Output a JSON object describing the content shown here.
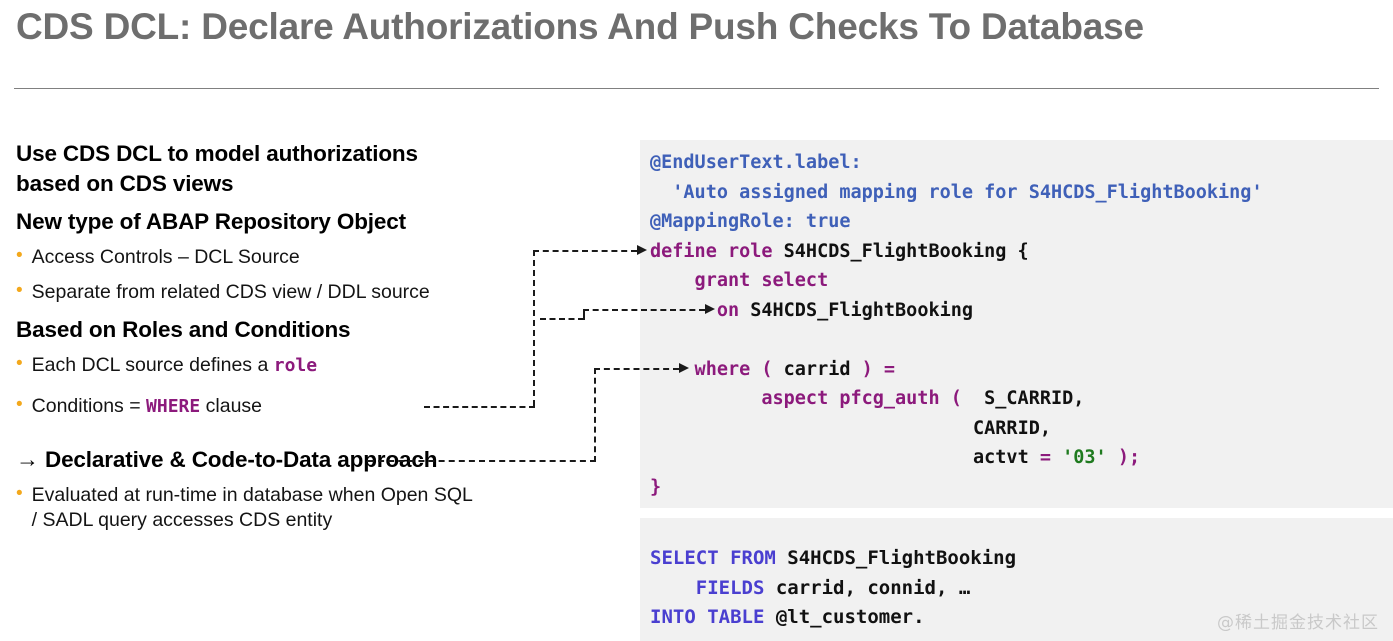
{
  "slide": {
    "title": "CDS DCL: Declare Authorizations And Push Checks To Database",
    "watermark": "@稀土掘金技术社区"
  },
  "colors": {
    "title_gray": "#6e6e6e",
    "bullet_orange": "#f3a81c",
    "keyword_purple": "#8c1a7c",
    "annotation_blue": "#3f60b8",
    "sql_keyword_blue": "#4a3fd0",
    "literal_green": "#1f7a1f",
    "code_panel_bg": "#f1f1f1",
    "connector_black": "#1a1a1a"
  },
  "left": {
    "heading_1_line_1": "Use CDS DCL to model authorizations",
    "heading_1_line_2": "based on CDS views",
    "heading_2": "New type of ABAP Repository Object",
    "bullets_1": [
      "Access Controls – DCL Source",
      "Separate from related CDS view / DDL source"
    ],
    "heading_3": "Based on Roles and Conditions",
    "bullet_role_pre": "Each DCL source defines a ",
    "bullet_role_kw": "role",
    "bullet_cond_pre": "Conditions = ",
    "bullet_cond_kw": "WHERE",
    "bullet_cond_post": " clause",
    "heading_4_arrow": "→",
    "heading_4": "Declarative & Code-to-Data approach",
    "bullet_eval_line_1": "Evaluated at run-time in database when Open SQL",
    "bullet_eval_line_2": "/ SADL query accesses CDS entity"
  },
  "code_main": {
    "lines": [
      [
        {
          "t": "@EndUserText.label:",
          "c": "c-ann"
        }
      ],
      [
        {
          "t": "  'Auto assigned mapping role for S4HCDS_FlightBooking'",
          "c": "c-str"
        }
      ],
      [
        {
          "t": "@MappingRole: true",
          "c": "c-ann"
        }
      ],
      [
        {
          "t": "define role ",
          "c": "c-kw"
        },
        {
          "t": "S4HCDS_FlightBooking {",
          "c": "c-id"
        }
      ],
      [
        {
          "t": "    grant select",
          "c": "c-kw"
        }
      ],
      [
        {
          "t": "      on ",
          "c": "c-kw"
        },
        {
          "t": "S4HCDS_FlightBooking",
          "c": "c-id"
        }
      ],
      [
        {
          "t": "",
          "c": "c-id"
        }
      ],
      [
        {
          "t": "    where ( ",
          "c": "c-kw"
        },
        {
          "t": "carrid",
          "c": "c-id"
        },
        {
          "t": " ) =",
          "c": "c-kw"
        }
      ],
      [
        {
          "t": "          aspect pfcg_auth (  ",
          "c": "c-kw"
        },
        {
          "t": "S_CARRID,",
          "c": "c-id"
        }
      ],
      [
        {
          "t": "                             ",
          "c": "c-kw"
        },
        {
          "t": "CARRID,",
          "c": "c-id"
        }
      ],
      [
        {
          "t": "                             ",
          "c": "c-kw"
        },
        {
          "t": "actvt ",
          "c": "c-id"
        },
        {
          "t": "= ",
          "c": "c-kw"
        },
        {
          "t": "'03'",
          "c": "c-lit"
        },
        {
          "t": " );",
          "c": "c-kw"
        }
      ],
      [
        {
          "t": "}",
          "c": "c-kw"
        }
      ]
    ]
  },
  "code_sql": {
    "lines": [
      [
        {
          "t": "SELECT FROM ",
          "c": "c-sqlkw"
        },
        {
          "t": "S4HCDS_FlightBooking",
          "c": "c-id"
        }
      ],
      [
        {
          "t": "    FIELDS ",
          "c": "c-sqlkw"
        },
        {
          "t": "carrid, connid, …",
          "c": "c-id"
        }
      ],
      [
        {
          "t": "INTO TABLE ",
          "c": "c-sqlkw"
        },
        {
          "t": "@lt_customer.",
          "c": "c-id"
        }
      ]
    ]
  },
  "connectors": [
    {
      "name": "connector-ddl-source-to-define-role"
    },
    {
      "name": "connector-ddl-source-to-on-clause"
    },
    {
      "name": "connector-role-to-define-role"
    },
    {
      "name": "connector-where-to-where-clause"
    }
  ]
}
